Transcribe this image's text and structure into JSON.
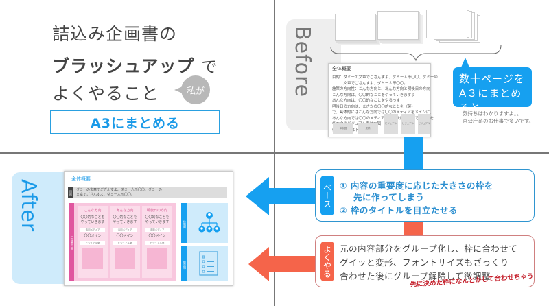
{
  "title": {
    "line1": "詰込み企画書の",
    "line2_bold": "ブラッシュアップ",
    "line2_suffix": "で",
    "line3": "よくやること",
    "bubble": "私が",
    "subtitle_box": "A3にまとめる"
  },
  "before": {
    "tab_label": "Before",
    "summary": {
      "title": "全体概要",
      "lines": [
        "目的：ダミーの文章でござんすよ、ダミー人形〇〇、ダミーの",
        "　　　文章でござんすよ、ダミー人形〇〇。",
        "施策の方向性：こんな方向と、あんな方向と明後日の方向",
        "こんな方向は、〇〇的なことをやっていきますよ",
        "あんな方向は、〇〇的なことをやるっす",
        "明後日の方向は、まさかの〇〇的なことを（笑）",
        "で、具体的にはこんな方向では〇〇のメディアをメインに、",
        "あんな方向では〇〇のメディアを、明後日の方向では〇〇を",
        "各方向のビジュアル案は右図",
        "体制と見積は下図"
      ],
      "boxes": [
        "体制図",
        "見積",
        "ビジュアル",
        "ビジュアル",
        "ビジュアル"
      ]
    },
    "callout": {
      "line1": "数十ページを",
      "line2": "A３にまとめろと"
    },
    "note_lines": [
      "気持ちはわかりますよ。。",
      "官公庁系のお仕事で多いです。"
    ]
  },
  "after": {
    "tab_label": "After",
    "doc_title": "全体概要",
    "purpose_tag": "目的",
    "purpose_lines": [
      "ダミーの文章でござんすよ、ダミー人形〇〇、ダミーの",
      "文章でござんすよ、ダミー人形〇〇。"
    ],
    "proposal_tag": "ご提案内容",
    "columns": [
      {
        "head": "こんな方向",
        "desc1": "〇〇的なことを",
        "desc2": "やっていきます",
        "media_label": "活用メディア",
        "media": "〇〇メイン",
        "visual_label": "ビジュアル案"
      },
      {
        "head": "あんな方向",
        "desc1": "〇〇的なことを",
        "desc2": "やっていきます",
        "media_label": "活用メディア",
        "media": "〇〇メイン",
        "visual_label": "ビジュアル案"
      },
      {
        "head": "明後日の方向",
        "desc1": "〇〇的なことを",
        "desc2": "やっていきます",
        "media_label": "活用メディア",
        "media": "〇〇メイン",
        "visual_label": "ビジュアル案"
      }
    ],
    "org_tag": "体制図",
    "estimate_tag": "御見積"
  },
  "base": {
    "tag": "ベース",
    "item1_line1": "①  内容の重要度に応じた大きさの枠を",
    "item1_line2": "先に作ってしまう",
    "item2": "②  枠のタイトルを目立たせる",
    "color": "#16a0f0"
  },
  "yokuyaru": {
    "tag": "よくやる",
    "line1": "元の内容部分をグループ化し、枠に合わせて",
    "line2": "グイッと変形、フォントサイズもざっくり",
    "line3": "合わせた後にグループ解除して微調整",
    "note": "先に決めた枠になんとかして合わせちゃう",
    "color": "#f5644a"
  }
}
